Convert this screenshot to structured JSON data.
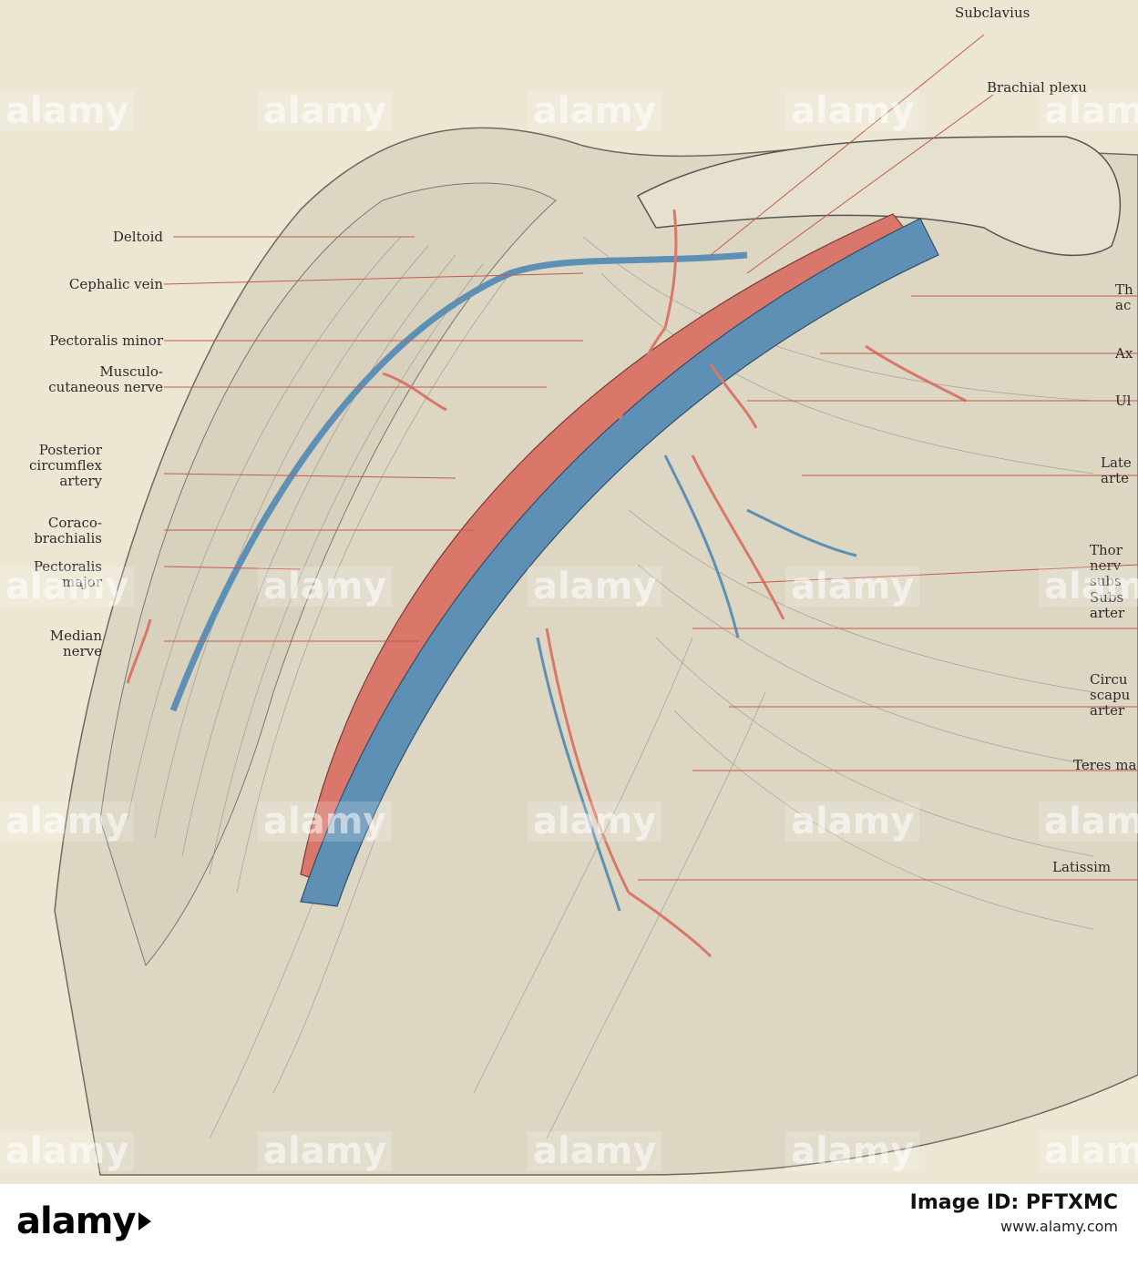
{
  "labels_left": [
    {
      "id": "deltoid",
      "text": "Deltoid"
    },
    {
      "id": "cephalic-vein",
      "text": "Cephalic vein"
    },
    {
      "id": "pectoralis-minor",
      "text": "Pectoralis minor"
    },
    {
      "id": "musculo-cutaneous-nerve",
      "text": "Musculo-\ncutaneous nerve"
    },
    {
      "id": "posterior-circumflex-artery",
      "text": "Posterior\ncircumflex\nartery"
    },
    {
      "id": "coraco-brachialis",
      "text": "Coraco-\nbrachialis"
    },
    {
      "id": "pectoralis-major",
      "text": "Pectoralis\nmajor"
    },
    {
      "id": "median-nerve",
      "text": "Median\nnerve"
    }
  ],
  "labels_right": [
    {
      "id": "subclavius",
      "text": "Subclavius"
    },
    {
      "id": "brachial-plexus",
      "text": "Brachial plexu"
    },
    {
      "id": "thoraco-acromial",
      "text": "Th\nac"
    },
    {
      "id": "axillary",
      "text": "Ax"
    },
    {
      "id": "ulnar",
      "text": "Ul"
    },
    {
      "id": "lateral-artery",
      "text": "Late\narte"
    },
    {
      "id": "thoracic-nerve",
      "text": "Thor\nnerv\nsubs"
    },
    {
      "id": "subscapular-artery",
      "text": "Subs\narter"
    },
    {
      "id": "circumflex-scapular-artery",
      "text": "Circu\nscapu\narter"
    },
    {
      "id": "teres-major",
      "text": "Teres ma"
    },
    {
      "id": "latissimus",
      "text": "Latissim"
    }
  ],
  "watermark": {
    "text": "alamy"
  },
  "footer": {
    "logo_text_left": "alamy",
    "logo_text_right": "",
    "image_id": "Image ID: PFTXMC",
    "site": "www.alamy.com"
  },
  "colors": {
    "paper": "#ece6d2",
    "artery": "#d9786a",
    "vein": "#5e8fb5",
    "ink": "#2b2b2b",
    "leader": "#c65a4c"
  }
}
